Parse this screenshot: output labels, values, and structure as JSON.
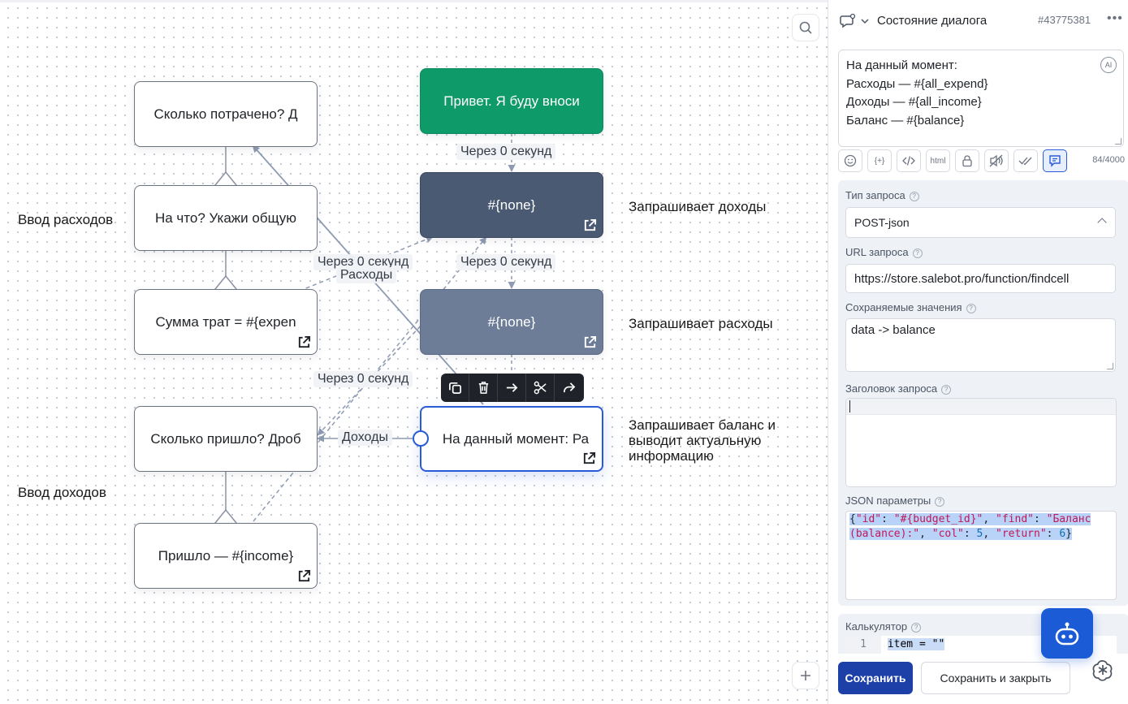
{
  "panel": {
    "title": "Состояние диалога",
    "id": "#43775381",
    "more": "•••",
    "message_lines": [
      "На данный момент:",
      "Расходы — #{all_expend}",
      "Доходы — #{all_income}",
      "Баланс — #{balance}"
    ],
    "ai_badge": "AI",
    "toolbar": {
      "variable": "{+}",
      "html": "html",
      "counter": "84/4000"
    },
    "request": {
      "type_label": "Тип запроса",
      "type_value": "POST-json",
      "url_label": "URL запроса",
      "url_value": "https://store.salebot.pro/function/findcell",
      "saved_label": "Сохраняемые значения",
      "saved_value": "data -> balance",
      "header_label": "Заголовок запроса",
      "header_value": "",
      "json_label": "JSON параметры",
      "json": {
        "line1": [
          "{",
          "\"id\"",
          ": ",
          "\"#{budget_id}\"",
          ", ",
          "\"find\"",
          ": ",
          "\"Баланс"
        ],
        "line2": [
          "(balance):\"",
          ", ",
          "\"col\"",
          ": ",
          "5",
          ", ",
          "\"return\"",
          ": ",
          "6",
          "}"
        ]
      }
    },
    "calc": {
      "label": "Калькулятор",
      "line_number": "1",
      "code": "item = \"\""
    },
    "save_label": "Сохранить",
    "save_close_label": "Сохранить и закрыть"
  },
  "canvas": {
    "nodes": {
      "spent": "Сколько потрачено? Д",
      "on_what": "На что? Укажи общую",
      "sum": "Сумма трат = #{expen",
      "came": "Сколько пришло? Дроб",
      "income": "Пришло — #{income}",
      "hello": "Привет. Я буду вноси",
      "none1": "#{none}",
      "none2": "#{none}",
      "current": "На данный момент: Ра"
    },
    "labels": {
      "delay1": "Через 0 секунд",
      "delay2": "Через 0 секунд",
      "delay3": "Через 0 секунд",
      "delay4": "Через 0 секунд",
      "expenses": "Расходы",
      "income": "Доходы"
    },
    "notes": {
      "asks_income": "Запрашивает доходы",
      "asks_expenses": "Запрашивает расходы",
      "asks_balance_1": "Запрашивает баланс и",
      "asks_balance_2": "выводит актуальную",
      "asks_balance_3": "информацию",
      "expense_input": "Ввод расходов",
      "income_input": "Ввод доходов"
    }
  },
  "colors": {
    "accent": "#2a5bd7",
    "green_node": "#0f9a6a",
    "dark_node": "#4b5a73",
    "mid_node": "#6d7c97",
    "primary_button": "#1c3fa8"
  }
}
